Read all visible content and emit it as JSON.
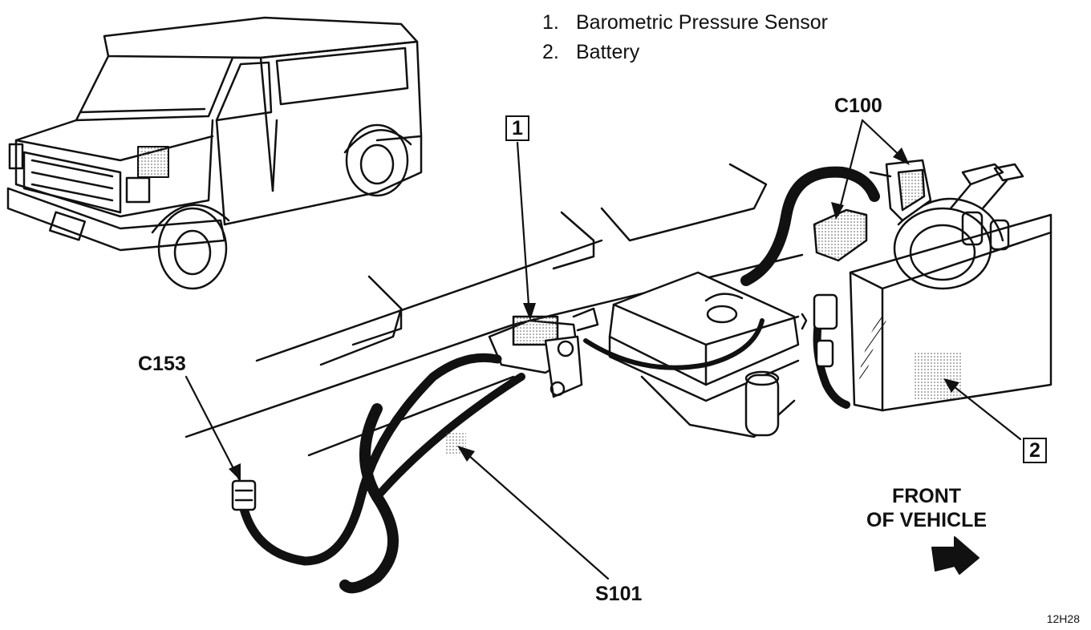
{
  "legend": [
    {
      "number": "1.",
      "label": "Barometric Pressure Sensor"
    },
    {
      "number": "2.",
      "label": "Battery"
    }
  ],
  "callouts": {
    "c100": "C100",
    "c153": "C153",
    "s101": "S101",
    "box1": "1",
    "box2": "2"
  },
  "direction": {
    "line1": "FRONT",
    "line2": "OF VEHICLE"
  },
  "figure_code": "12H28"
}
